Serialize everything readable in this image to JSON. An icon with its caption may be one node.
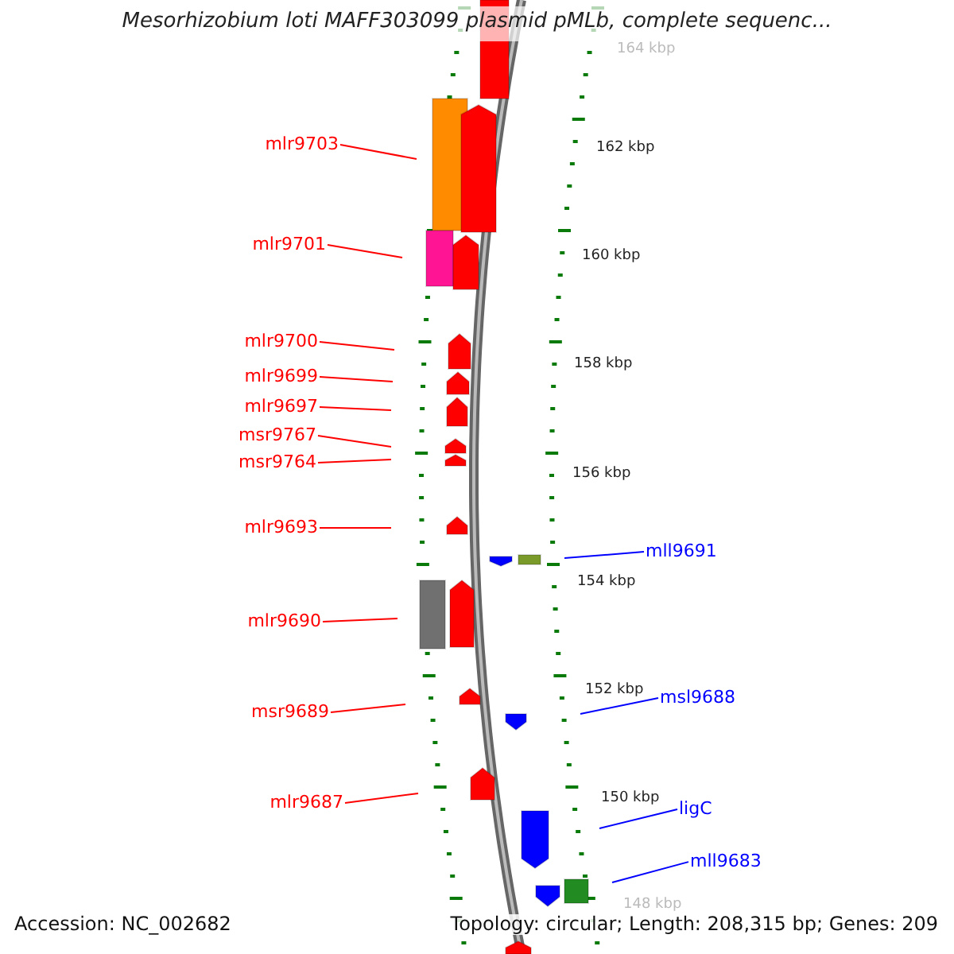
{
  "diagram": {
    "title": "Mesorhizobium loti MAFF303099 plasmid pMLb, complete sequenc...",
    "nodes": [
      {
        "text": [
          "mlr9703"
        ]
      },
      {
        "text": [
          "mlr9701"
        ]
      },
      {
        "text": [
          "mlr9700"
        ]
      },
      {
        "text": [
          "mlr9699"
        ]
      },
      {
        "text": [
          "mlr9697"
        ]
      },
      {
        "text": [
          "msr9767"
        ]
      },
      {
        "text": [
          "msr9764"
        ]
      },
      {
        "text": [
          "mlr9693"
        ]
      },
      {
        "text": [
          "mlr9690"
        ]
      },
      {
        "text": [
          "msr9689"
        ]
      },
      {
        "text": [
          "mlr9687"
        ]
      },
      {
        "text": [
          "mll9691"
        ]
      },
      {
        "text": [
          "msl9688"
        ]
      },
      {
        "text": [
          "ligC"
        ]
      },
      {
        "text": [
          "mll9683"
        ]
      }
    ],
    "edges": [
      {
        "from": 0,
        "to": null,
        "arrow": "none"
      },
      {
        "from": 1,
        "to": null,
        "arrow": "none"
      },
      {
        "from": 2,
        "to": null,
        "arrow": "none"
      },
      {
        "from": 3,
        "to": null,
        "arrow": "none"
      },
      {
        "from": 4,
        "to": null,
        "arrow": "none"
      },
      {
        "from": 5,
        "to": null,
        "arrow": "none"
      },
      {
        "from": 6,
        "to": null,
        "arrow": "none"
      },
      {
        "from": 7,
        "to": null,
        "arrow": "none"
      },
      {
        "from": 8,
        "to": null,
        "arrow": "none"
      },
      {
        "from": 9,
        "to": null,
        "arrow": "none"
      },
      {
        "from": 10,
        "to": null,
        "arrow": "none"
      },
      {
        "from": 11,
        "to": null,
        "arrow": "none",
        "color": "#0000ff"
      },
      {
        "from": 12,
        "to": null,
        "arrow": "none",
        "color": "#0000ff"
      },
      {
        "from": 13,
        "to": null,
        "arrow": "none",
        "color": "#0000ff"
      },
      {
        "from": 14,
        "to": null,
        "arrow": "none",
        "color": "#0000ff"
      }
    ],
    "labels": [
      "164 kbp",
      "162 kbp",
      "160 kbp",
      "158 kbp",
      "156 kbp",
      "154 kbp",
      "152 kbp",
      "150 kbp",
      "148 kbp",
      "Accession: NC_002682",
      "Topology: circular; Length: 208,315 bp; Genes: 209"
    ]
  }
}
